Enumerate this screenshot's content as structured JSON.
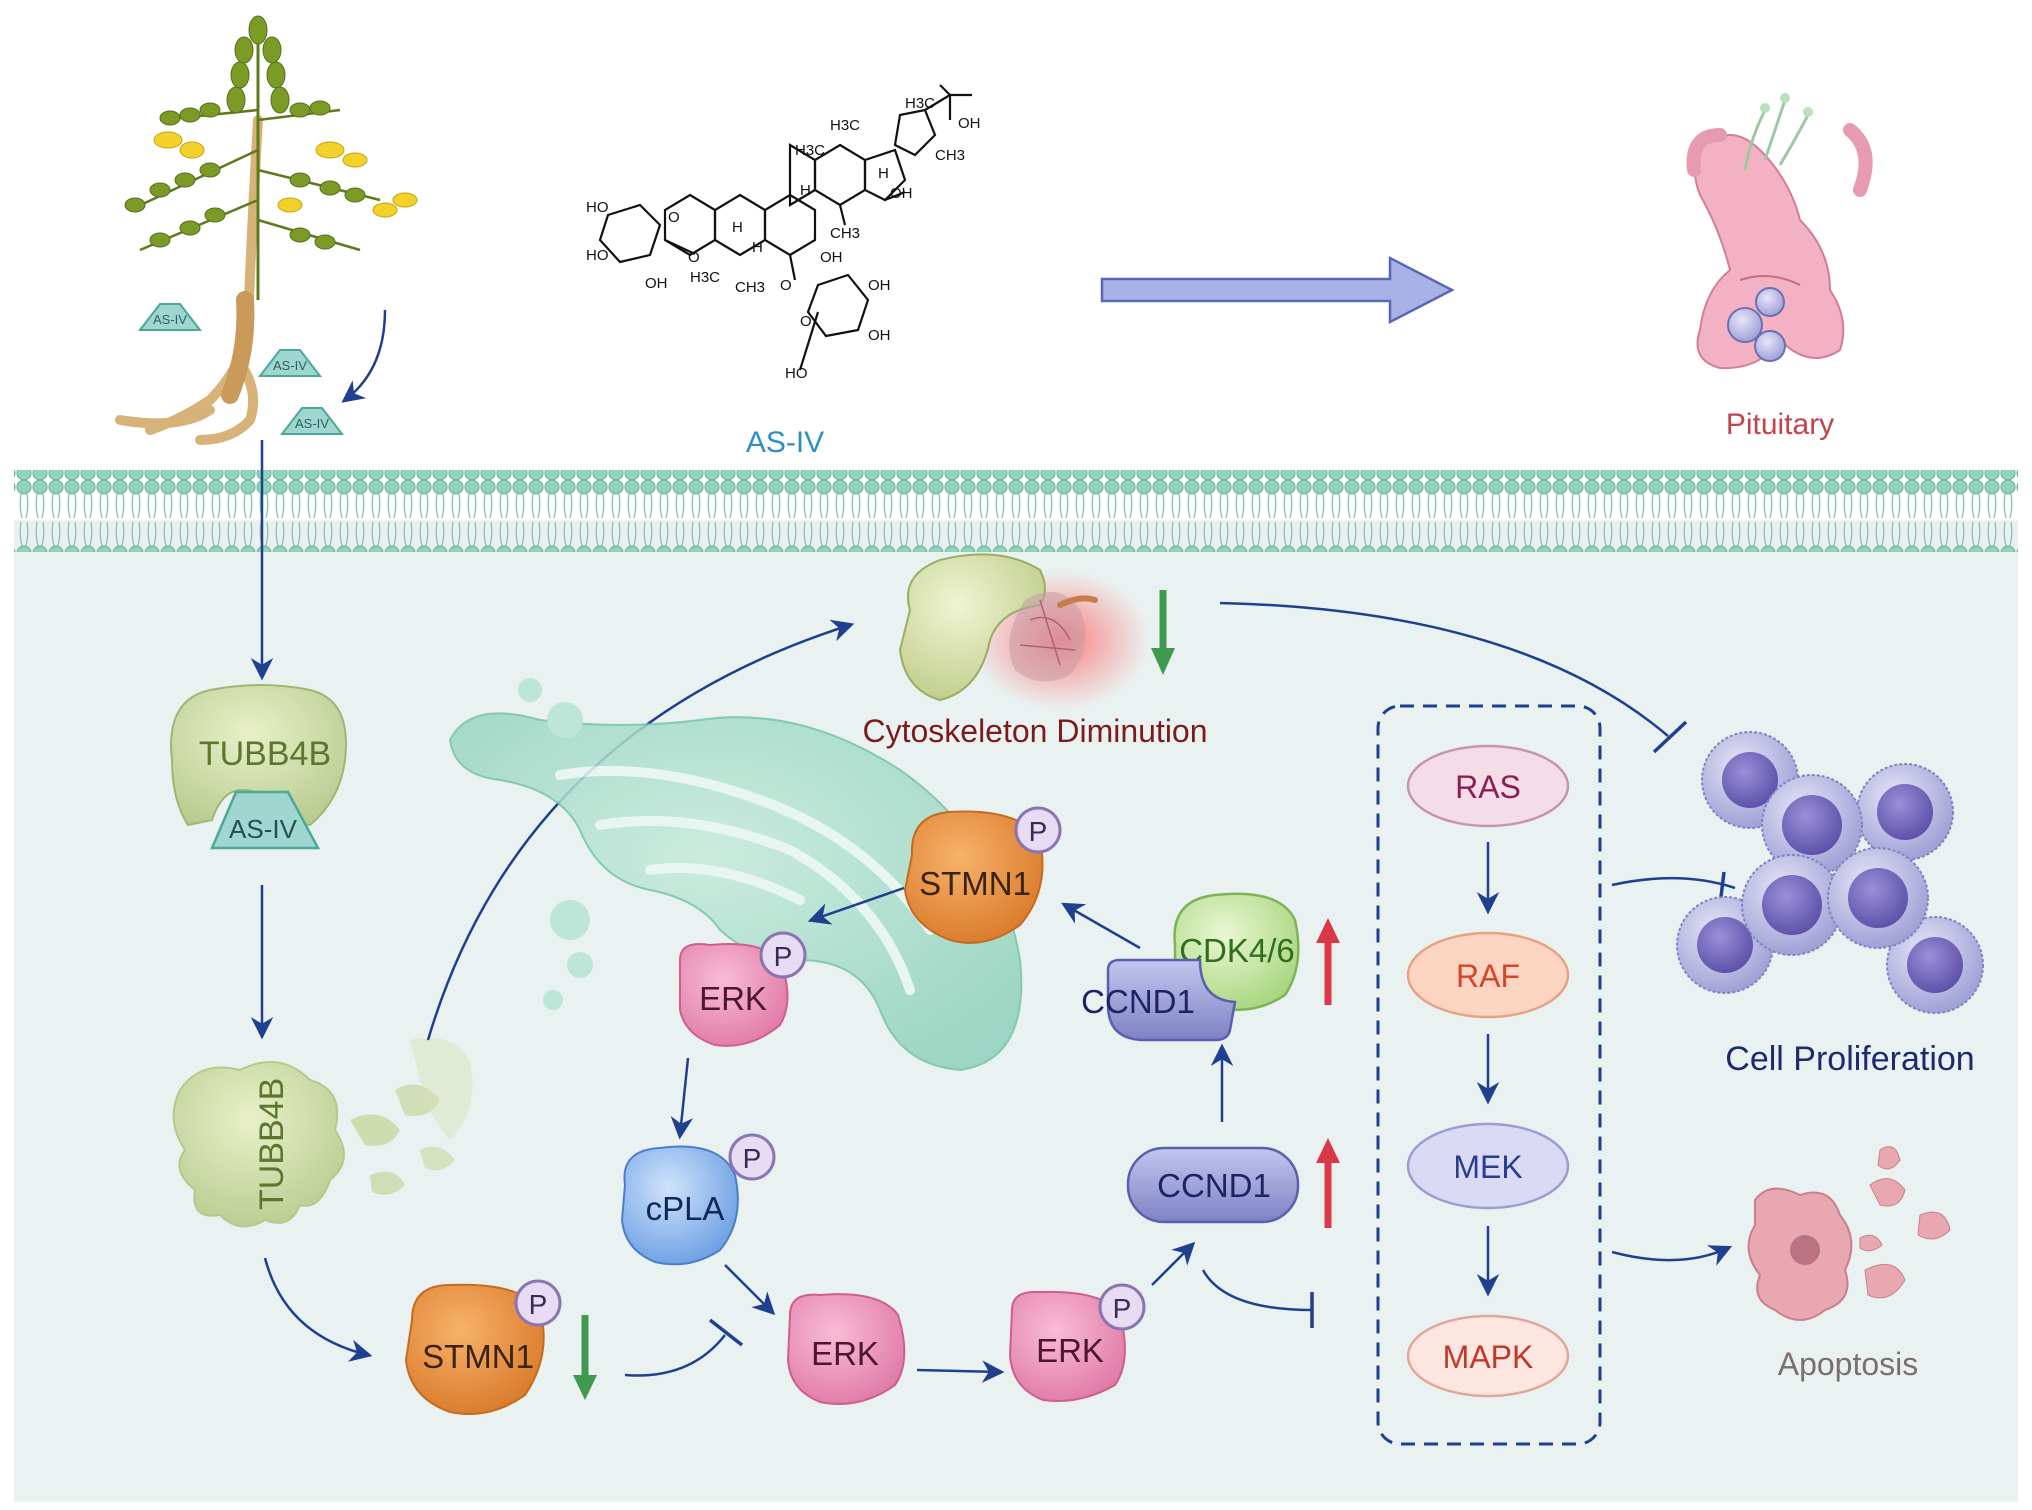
{
  "top": {
    "compound_label": "AS-IV",
    "root_chips": [
      "AS-IV",
      "AS-IV",
      "AS-IV"
    ],
    "pituitary_label": "Pituitary"
  },
  "molecule": {
    "atoms": [
      "H3C",
      "OH",
      "CH3",
      "H3C",
      "H3C",
      "H",
      "OH",
      "H",
      "HO",
      "O",
      "H",
      "CH3",
      "HO",
      "O",
      "H",
      "OH",
      "H3C",
      "CH3",
      "O",
      "OH",
      "OH",
      "O",
      "OH",
      "HO"
    ]
  },
  "proteins": {
    "tubb4b_bound": "TUBB4B",
    "tubb4b_bound_ligand": "AS-IV",
    "tubb4b_degraded": "TUBB4B",
    "stmn1_bottom": "STMN1",
    "stmn1_upper": "STMN1",
    "erk_upper": "ERK",
    "cpla": "cPLA",
    "erk_mid": "ERK",
    "erk_phos": "ERK",
    "ccnd1_lower": "CCND1",
    "ccnd1_upper": "CCND1",
    "cdk46": "CDK4/6",
    "phospho": "P"
  },
  "outcomes": {
    "cytoskeleton": "Cytoskeleton Diminution",
    "proliferation": "Cell Proliferation",
    "apoptosis": "Apoptosis"
  },
  "cascade": {
    "items": [
      "RAS",
      "RAF",
      "MEK",
      "MAPK"
    ]
  },
  "colors": {
    "arrow": "#1f3f8f",
    "up_arrow": "#d9384a",
    "down_arrow": "#3f9a4f",
    "membrane": "#7dcbb3",
    "cell_bg": "#eaf2f1",
    "compound_text": "#2e8fc4",
    "pituitary_text": "#c2424d",
    "cyto_text": "#7a1c1c",
    "prolif_text": "#1d2a6e",
    "apoptosis_text": "#7c6f6f"
  }
}
